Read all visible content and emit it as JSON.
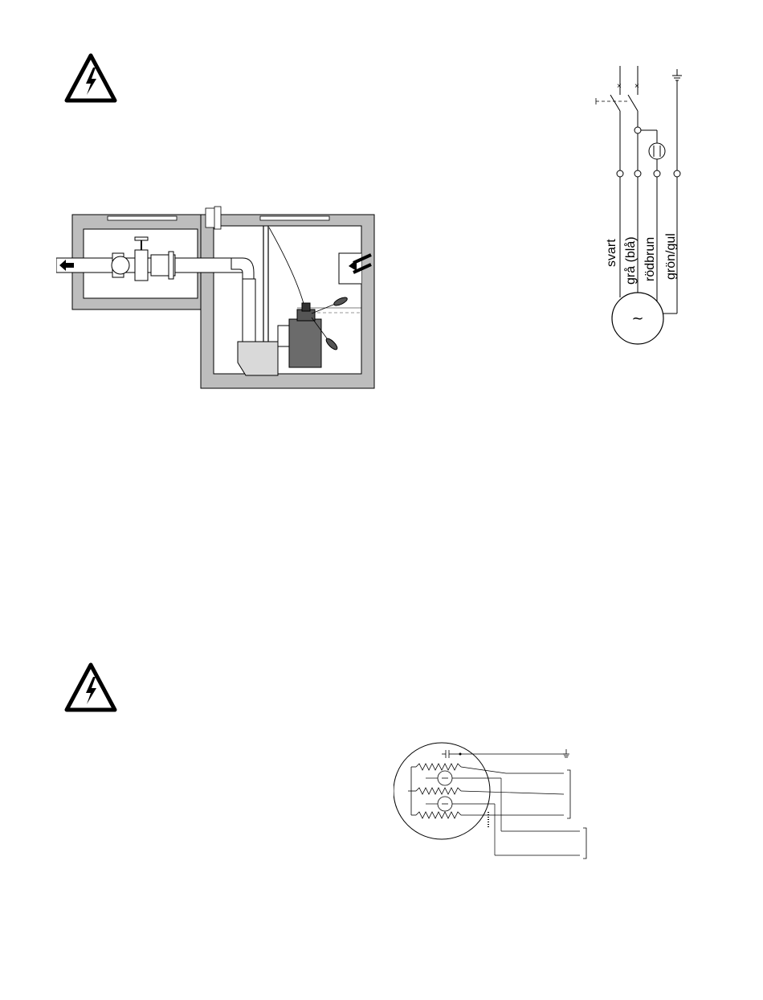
{
  "warning_icons": [
    {
      "icon": "high-voltage-warning-icon",
      "color": "#000000"
    },
    {
      "icon": "high-voltage-warning-icon",
      "color": "#000000"
    }
  ],
  "installation_diagram": {
    "icons": [
      "outflow-arrow-icon",
      "inflow-arrow-icon",
      "gate-valve-icon",
      "submersible-pump-icon",
      "float-switch-icon"
    ]
  },
  "wiring_diagram": {
    "wires": [
      {
        "label": "svart"
      },
      {
        "label": "grå (blå)"
      },
      {
        "label": "rödbrun"
      },
      {
        "label": "grön/gul"
      }
    ],
    "motor_symbol": "~",
    "icons": [
      "ground-symbol-icon",
      "thermal-switch-icon",
      "motor-icon"
    ]
  },
  "stator_diagram": {
    "icons": [
      "stator-circle-icon",
      "ground-symbol-icon",
      "thermal-contact-icon"
    ]
  }
}
